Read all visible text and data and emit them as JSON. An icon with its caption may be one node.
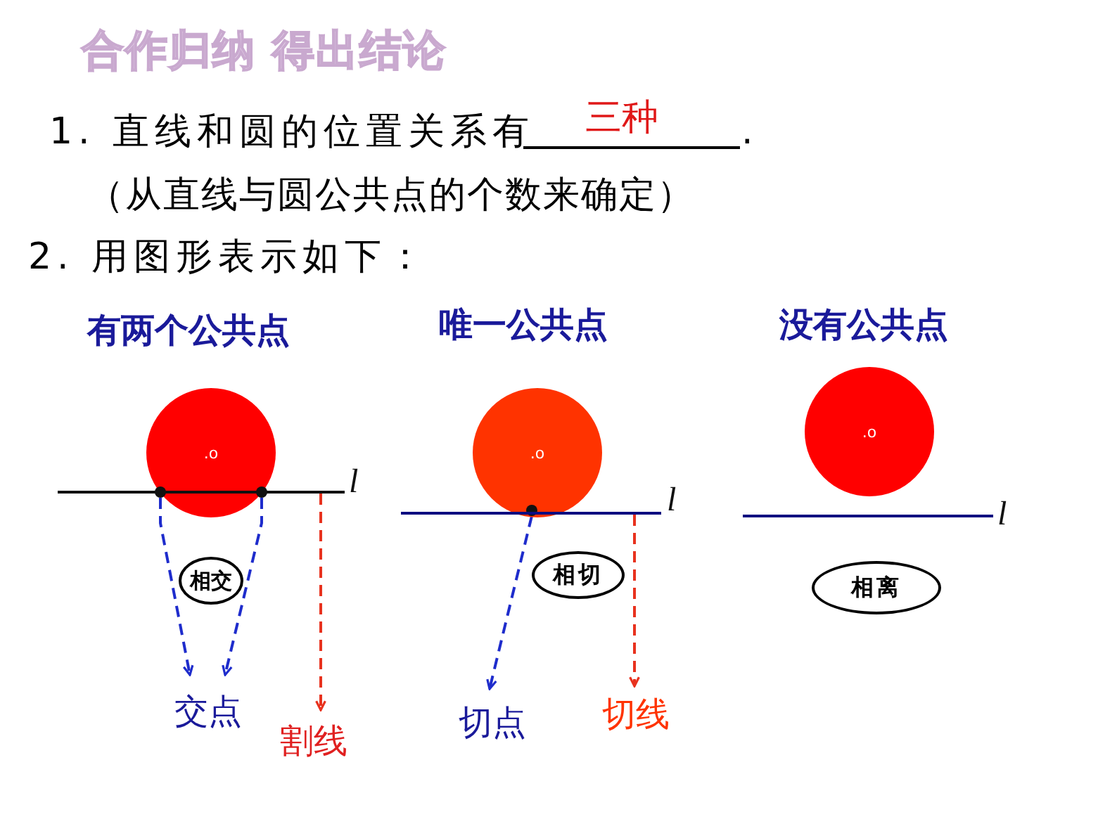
{
  "diagram": {
    "title": "合作归纳 得出结论",
    "nodes": [
      {
        "text": [
          ".o"
        ]
      },
      {
        "text": [],
        "shape": "line",
        "beside": [
          "l"
        ]
      },
      {
        "text": [],
        "shape": "circle",
        "in": 0
      },
      {
        "text": [],
        "shape": "circle",
        "in": 0
      },
      {
        "text": [
          "相交"
        ]
      },
      {
        "text": [
          "交点"
        ]
      },
      {
        "text": [
          "割线"
        ]
      },
      {
        "text": [
          ".o"
        ]
      },
      {
        "text": [],
        "shape": "line",
        "beside": [
          "l"
        ]
      },
      {
        "text": [],
        "shape": "circle",
        "in": 7
      },
      {
        "text": [
          "相切"
        ]
      },
      {
        "text": [
          "切点"
        ]
      },
      {
        "text": [
          "切线"
        ]
      },
      {
        "text": [
          ".o"
        ]
      },
      {
        "text": [],
        "shape": "line",
        "beside": [
          "l"
        ]
      },
      {
        "text": [
          "相离"
        ]
      }
    ],
    "edges": [
      {
        "from": 2,
        "to": 5,
        "arrow": "to",
        "style": "dashed"
      },
      {
        "from": 3,
        "to": 5,
        "arrow": "to",
        "style": "dashed"
      },
      {
        "from": 1,
        "to": 6,
        "arrow": "to",
        "style": "dashed",
        "color": "#e8321e"
      },
      {
        "from": 9,
        "to": 11,
        "arrow": "to",
        "style": "dashed"
      },
      {
        "from": 8,
        "to": 12,
        "arrow": "to",
        "style": "dashed",
        "color": "#e8321e"
      }
    ],
    "labels": [
      "1. 直线和圆的位置关系有",
      "三种",
      ".",
      "（从直线与圆公共点的个数来确定）",
      "2. 用图形表示如下：",
      "有两个公共点",
      "唯一公共点",
      "没有公共点"
    ]
  }
}
